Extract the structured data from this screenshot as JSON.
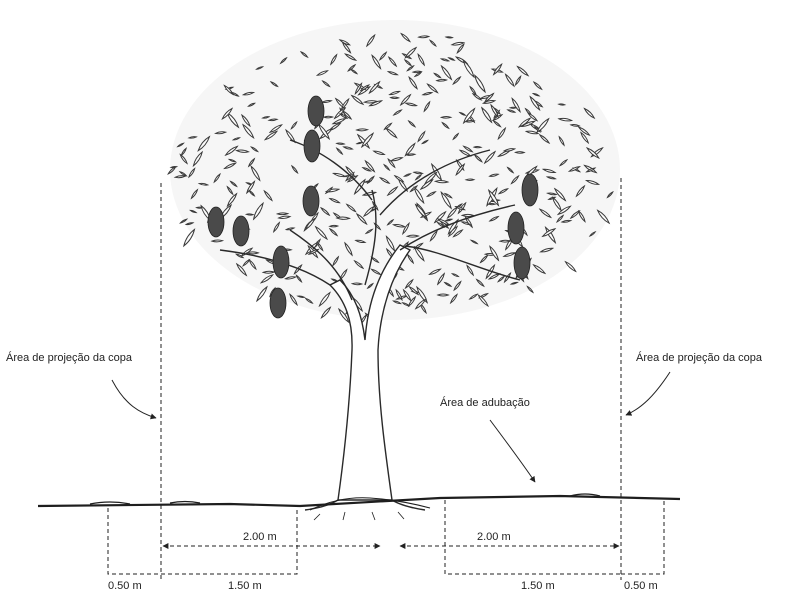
{
  "labels": {
    "canopy_projection_left": "Área de projeção da copa",
    "canopy_projection_right": "Área de projeção da copa",
    "fertilization_area": "Área de adubação",
    "dim_left_inner": "2.00 m",
    "dim_right_inner": "2.00 m",
    "dim_left_outer_small": "0.50 m",
    "dim_left_outer_large": "1.50 m",
    "dim_right_outer_large": "1.50 m",
    "dim_right_outer_small": "0.50 m"
  },
  "colors": {
    "ink": "#222222",
    "foliage": "#3a3a3a",
    "fruit": "#4a4a4a",
    "ground": "#1e1e1e"
  }
}
